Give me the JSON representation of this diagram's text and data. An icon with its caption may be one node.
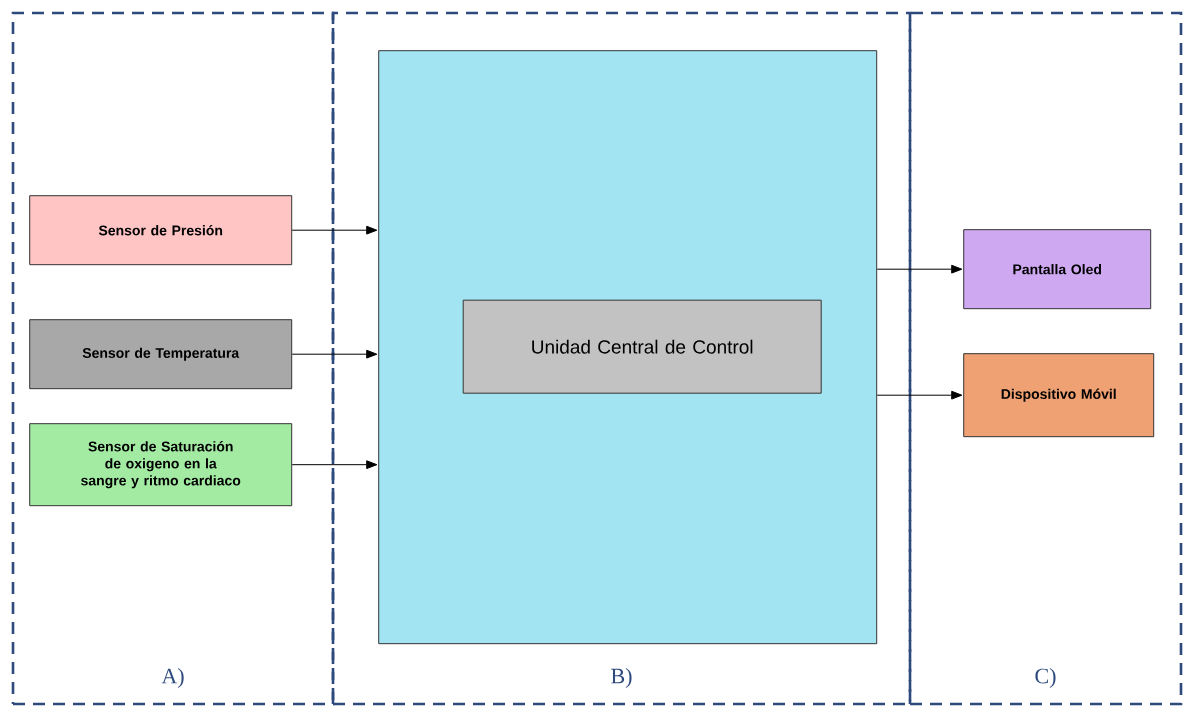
{
  "diagram": {
    "nodes": [
      {
        "text": [
          "A)"
        ]
      },
      {
        "text": [
          "B)"
        ]
      },
      {
        "text": [
          "C)"
        ]
      },
      {
        "text": [
          "Sensor de Presión"
        ],
        "in": 0
      },
      {
        "text": [
          "Sensor de Temperatura"
        ],
        "in": 0
      },
      {
        "text": [
          "Sensor de Saturación de oxigeno en la sangre y ritmo cardiaco"
        ],
        "in": 0
      },
      {
        "text": [],
        "shape": "box",
        "in": 1
      },
      {
        "text": [
          "Unidad Central de Control"
        ],
        "in": 6
      },
      {
        "text": [
          "Pantalla Oled"
        ],
        "in": 2
      },
      {
        "text": [
          "Dispositivo Móvil"
        ],
        "in": 2
      }
    ],
    "edges": [
      {
        "from": 3,
        "to": 6,
        "arrow": "to"
      },
      {
        "from": 4,
        "to": 6,
        "arrow": "to"
      },
      {
        "from": 5,
        "to": 6,
        "arrow": "to"
      },
      {
        "from": 6,
        "to": 8,
        "arrow": "to"
      },
      {
        "from": 6,
        "to": 9,
        "arrow": "to"
      }
    ]
  }
}
